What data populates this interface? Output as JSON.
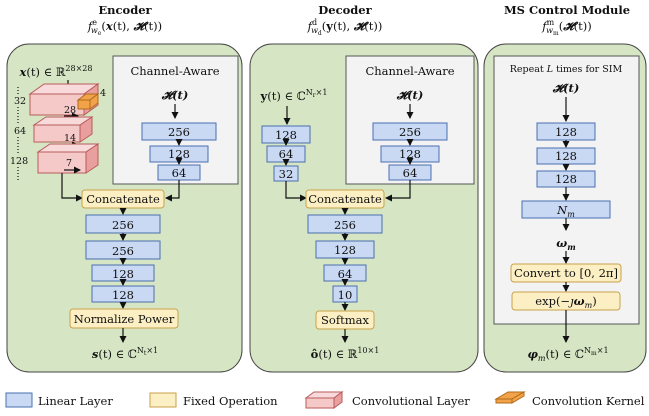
{
  "encoder": {
    "title": "Encoder",
    "formula": "f",
    "formula_full": "f_{w_e}^{e}(x(t), H(t))",
    "input_label": "x(t) ∈ ℝ^{28×28}",
    "conv_dims": [
      "32",
      "64",
      "128"
    ],
    "conv_inner_sizes": [
      "28",
      "14",
      "7"
    ],
    "kernel_size": "4",
    "channel_aware_title": "Channel-Aware",
    "channel_input": "H(t)",
    "channel_layers": [
      "256",
      "128",
      "64"
    ],
    "concat_label": "Concatenate",
    "layers": [
      "256",
      "256",
      "128",
      "128"
    ],
    "normalize_label": "Normalize Power",
    "output_label": "s(t) ∈ ℂ^{N_t×1}"
  },
  "decoder": {
    "title": "Decoder",
    "formula_full": "f_{w_d}^{d}(y(t), H(t))",
    "input_label": "y(t) ∈ ℂ^{N_r×1}",
    "input_layers": [
      "128",
      "64",
      "32"
    ],
    "channel_aware_title": "Channel-Aware",
    "channel_input": "H(t)",
    "channel_layers": [
      "256",
      "128",
      "64"
    ],
    "concat_label": "Concatenate",
    "layers": [
      "256",
      "128",
      "64",
      "10"
    ],
    "softmax_label": "Softmax",
    "output_label": "ô(t) ∈ ℝ^{10×1}"
  },
  "ms_control": {
    "title": "MS Control Module",
    "formula_full": "f_{w_m}^{m}(H(t))",
    "repeat_label": "Repeat L times for SIM",
    "channel_input": "H(t)",
    "layers": [
      "128",
      "128",
      "128"
    ],
    "nm_label": "N_m",
    "omega_label": "ω_m",
    "convert_label": "Convert to [0, 2π]",
    "exp_label": "exp(−ȷω_m)",
    "output_label": "φ_m(t) ∈ ℂ^{N_m×1}"
  },
  "legend": [
    {
      "label": "Linear Layer",
      "icon": "linear-layer-swatch"
    },
    {
      "label": "Fixed Operation",
      "icon": "fixed-operation-swatch"
    },
    {
      "label": "Convolutional Layer",
      "icon": "conv-layer-swatch"
    },
    {
      "label": "Convolution Kernel",
      "icon": "conv-kernel-swatch"
    }
  ],
  "colors": {
    "panel": "#d6e6c4",
    "linear": "#c9d9f4",
    "fixed": "#fbefc3",
    "conv": "#f6c9c9",
    "kernel": "#f2a34a"
  }
}
